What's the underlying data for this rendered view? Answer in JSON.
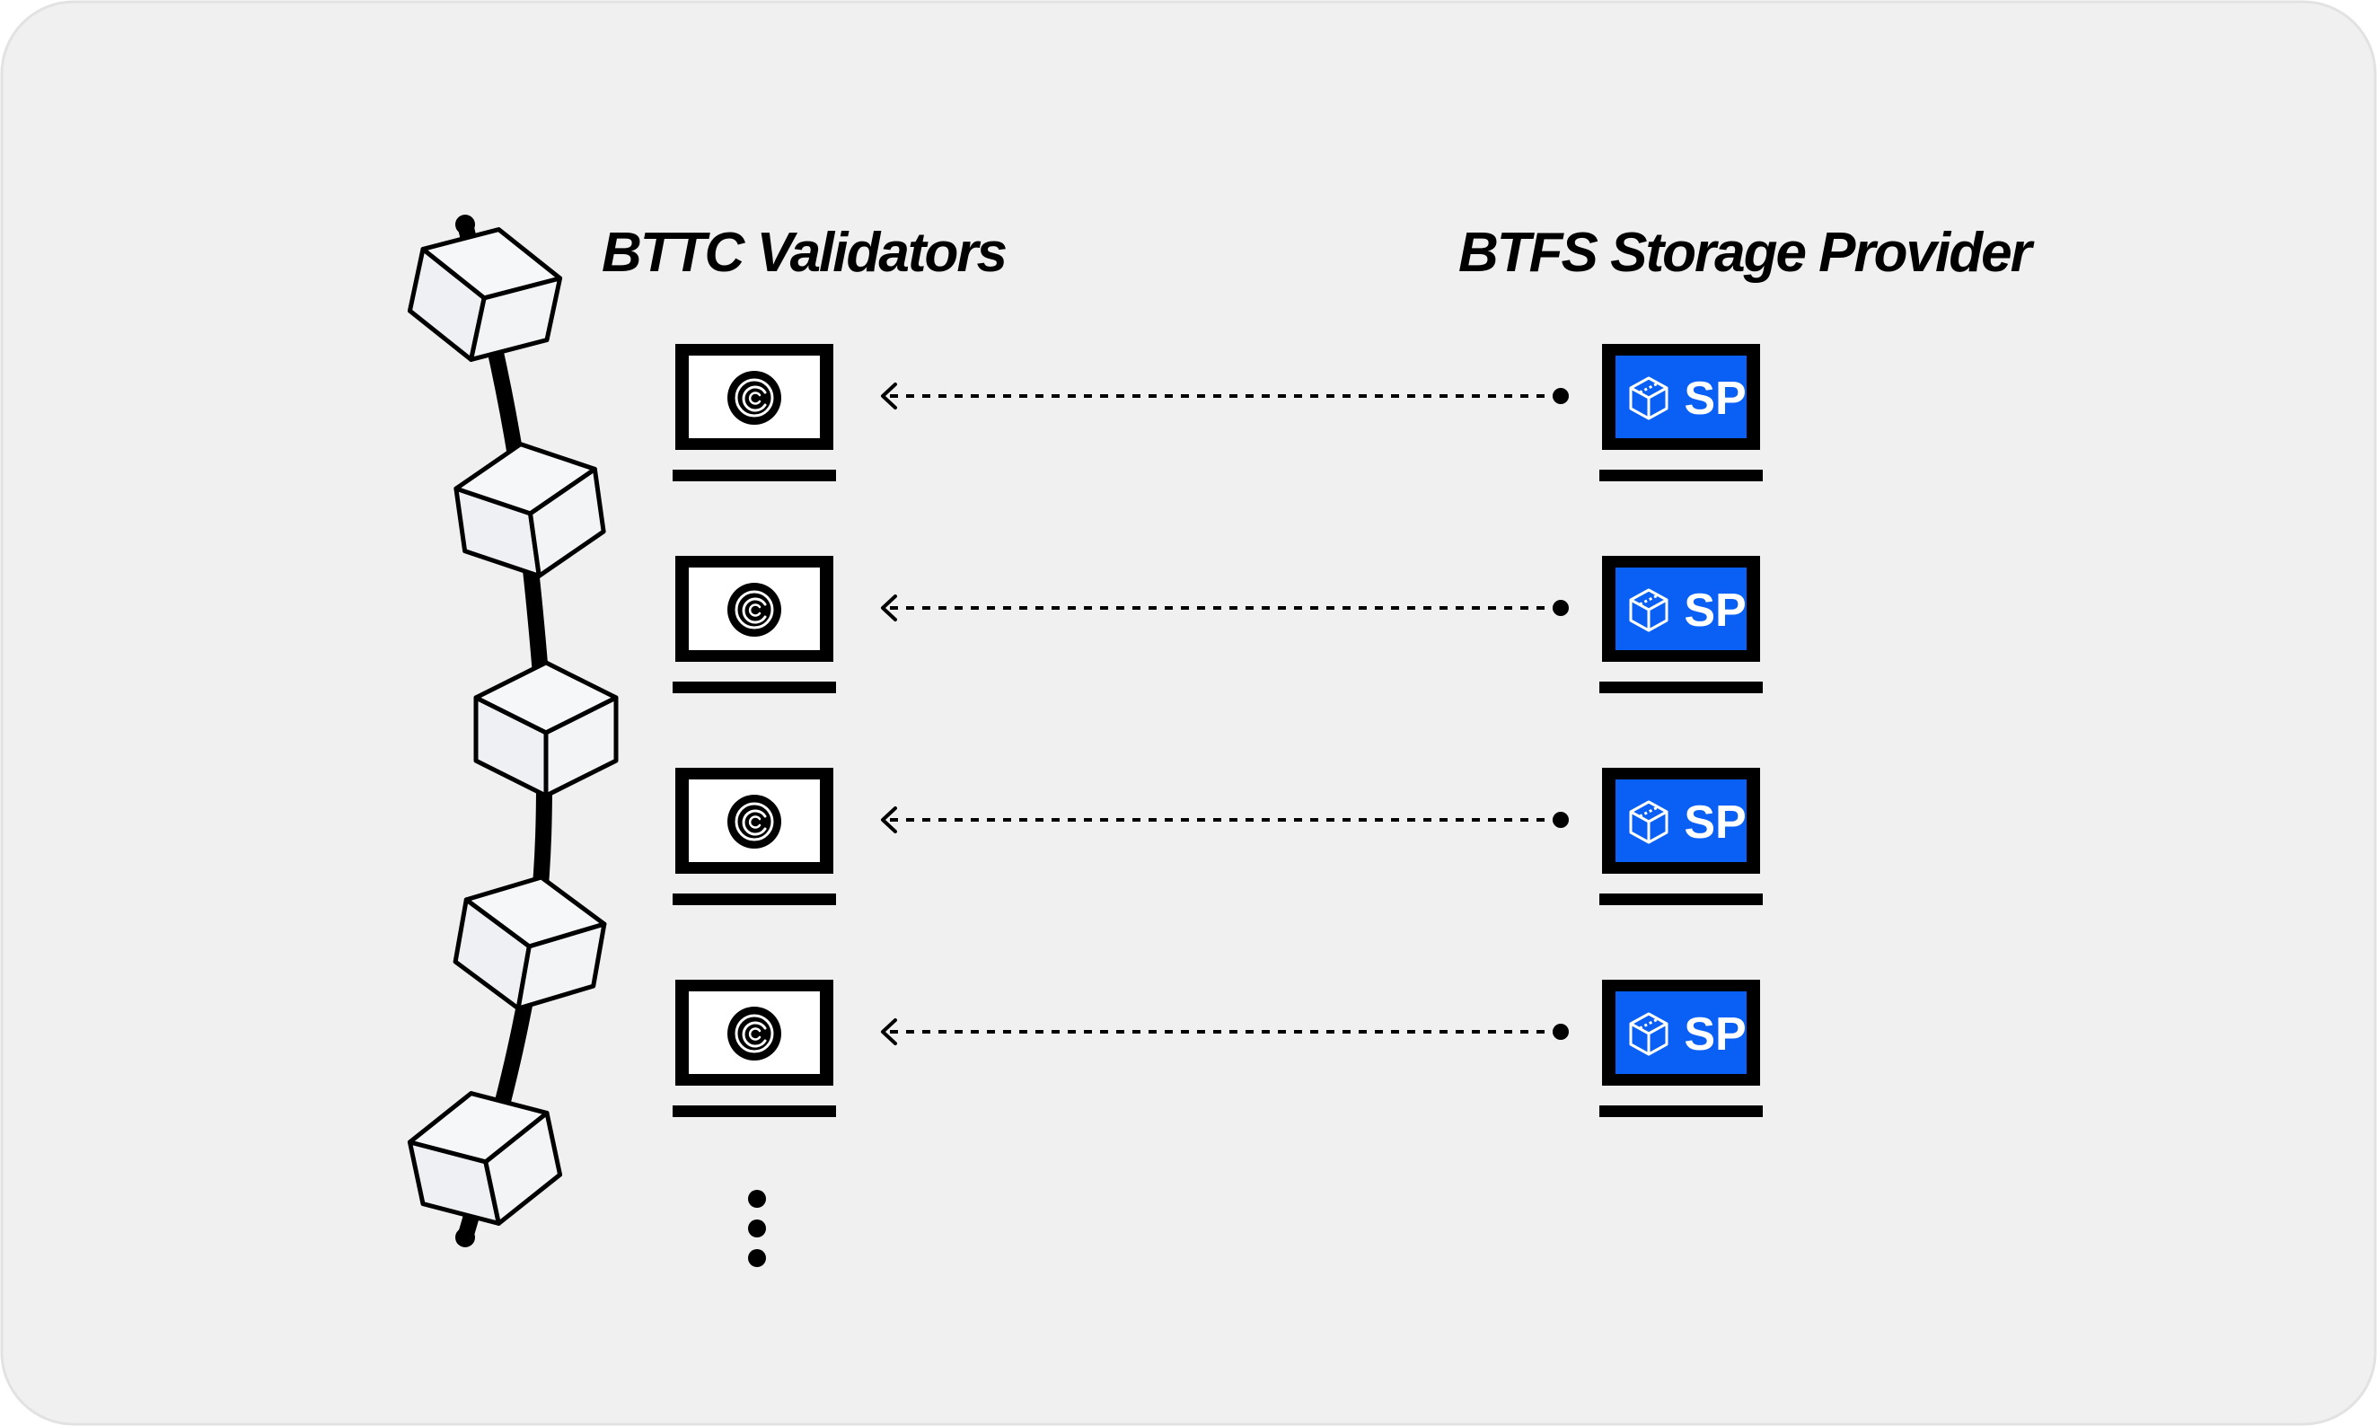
{
  "diagram": {
    "left_title": "BTTC Validators",
    "right_title": "BTFS Storage Provider",
    "validators": [
      {
        "logo": "bttc-logo-icon"
      },
      {
        "logo": "bttc-logo-icon"
      },
      {
        "logo": "bttc-logo-icon"
      },
      {
        "logo": "bttc-logo-icon"
      }
    ],
    "providers": [
      {
        "label": "SP",
        "logo": "cube-outline-icon"
      },
      {
        "label": "SP",
        "logo": "cube-outline-icon"
      },
      {
        "label": "SP",
        "logo": "cube-outline-icon"
      },
      {
        "label": "SP",
        "logo": "cube-outline-icon"
      }
    ],
    "colors": {
      "background": "#f0f0f0",
      "card_border": "#e2e2e2",
      "ink": "#000000",
      "cube_fill": "#eef0f3",
      "cube_top": "#f6f7f9",
      "sp_blue": "#0a5ff5",
      "screen_white": "#ffffff"
    }
  }
}
